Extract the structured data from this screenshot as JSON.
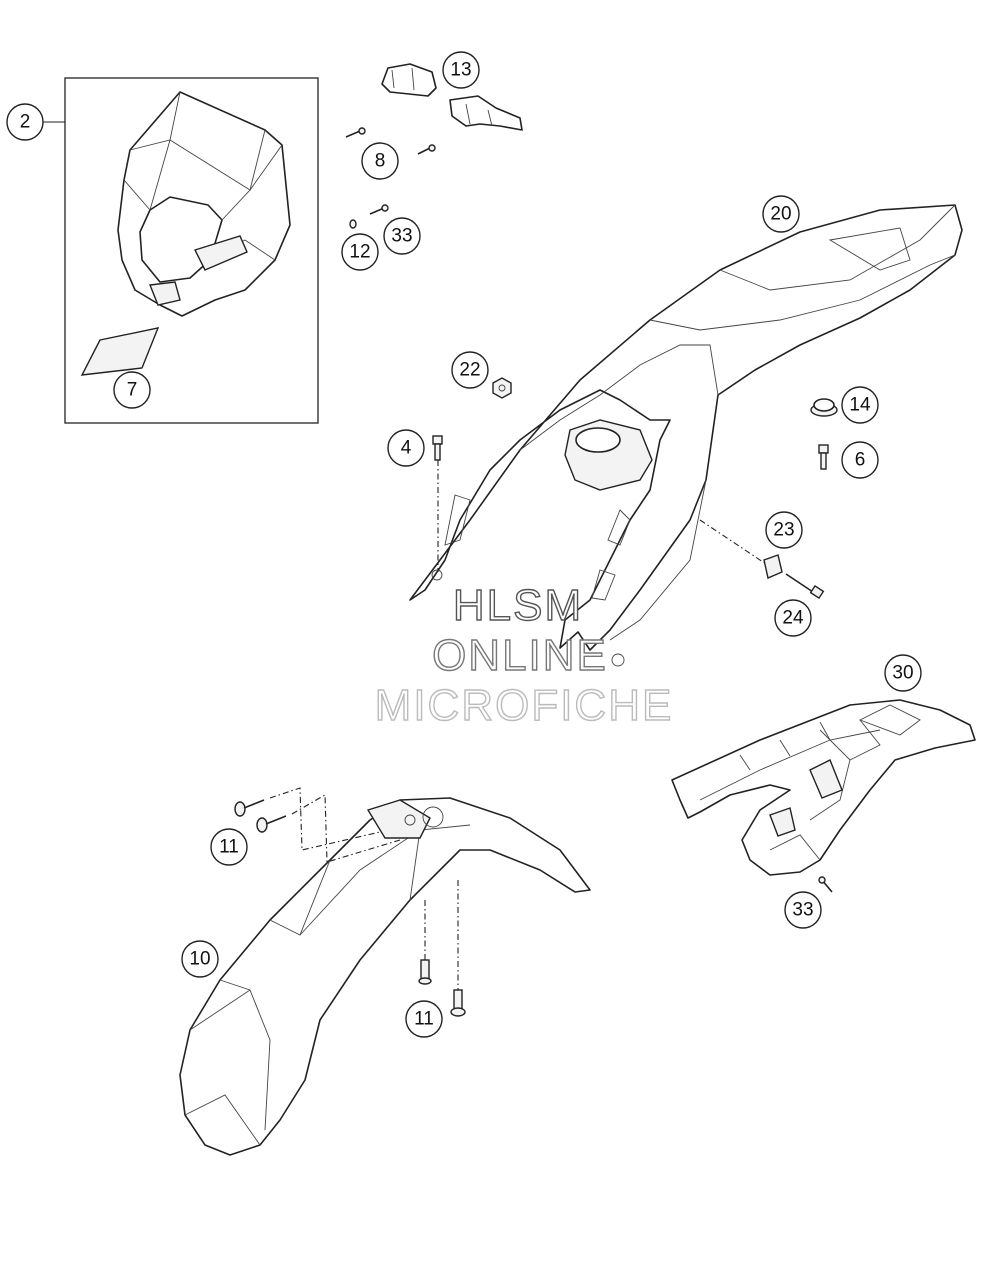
{
  "callouts": {
    "c2": "2",
    "c7": "7",
    "c13": "13",
    "c8": "8",
    "c12": "12",
    "c33a": "33",
    "c20": "20",
    "c22": "22",
    "c14": "14",
    "c4": "4",
    "c6": "6",
    "c23": "23",
    "c24": "24",
    "c30": "30",
    "c11a": "11",
    "c10": "10",
    "c11b": "11",
    "c33b": "33"
  },
  "watermark": {
    "line1": "HLSM",
    "line2": "ONLINE",
    "line3": "MICROFICHE"
  },
  "colors": {
    "line": "#222222",
    "background": "#ffffff",
    "watermark_dark": "#555555",
    "watermark_light": "#bbbbbb"
  }
}
